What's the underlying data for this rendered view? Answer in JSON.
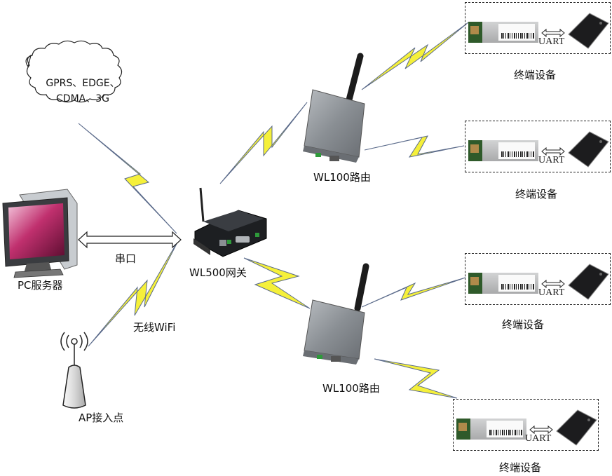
{
  "cloud": {
    "line1": "GPRS、EDGE、",
    "line2": "CDMA、3G"
  },
  "pc": {
    "label": "PC服务器"
  },
  "serial_link": {
    "label": "串口"
  },
  "gateway": {
    "label": "WL500网关"
  },
  "wifi_link": {
    "label": "无线WiFi"
  },
  "access_point": {
    "label": "AP接入点"
  },
  "routers": [
    {
      "label": "WL100路由"
    },
    {
      "label": "WL100路由"
    }
  ],
  "terminals": [
    {
      "label": "终端设备",
      "link_label": "UART"
    },
    {
      "label": "终端设备",
      "link_label": "UART"
    },
    {
      "label": "终端设备",
      "link_label": "UART"
    },
    {
      "label": "终端设备",
      "link_label": "UART"
    }
  ],
  "colors": {
    "bolt_fill": "#f5f03a",
    "bolt_stroke": "#5a6a8a",
    "box_border": "#222222"
  }
}
